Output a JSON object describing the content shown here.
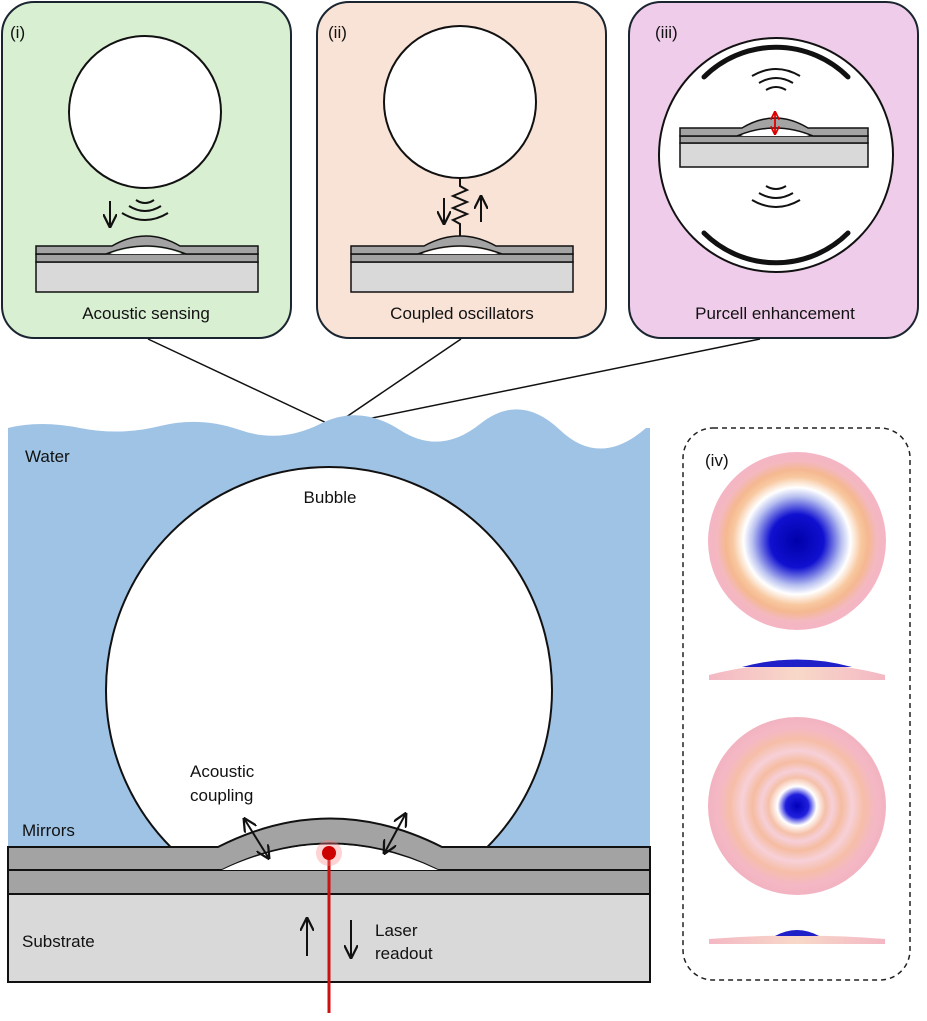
{
  "panels": [
    {
      "tag": "(i)",
      "caption": "Acoustic sensing",
      "bg": "#d8efd2"
    },
    {
      "tag": "(ii)",
      "caption": "Coupled oscillators",
      "bg": "#f9e2d6"
    },
    {
      "tag": "(iii)",
      "caption": "Purcell enhancement",
      "bg": "#efcdea"
    }
  ],
  "main": {
    "water_label": "Water",
    "bubble_label": "Bubble",
    "coupling_label_1": "Acoustic",
    "coupling_label_2": "coupling",
    "mirrors_label": "Mirrors",
    "substrate_label": "Substrate",
    "laser_label_1": "Laser",
    "laser_label_2": "readout",
    "water_color": "#9fc3e5",
    "mirror_color": "#a3a3a3",
    "substrate_color": "#d9d9d9",
    "laser_color": "#cc1111"
  },
  "modes_panel": {
    "tag": "(iv)"
  }
}
